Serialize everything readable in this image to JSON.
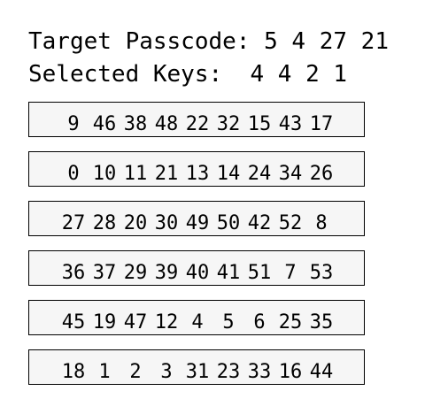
{
  "header": {
    "target_label": "Target Passcode:",
    "target_code": "5 4 27 21",
    "selected_label": "Selected Keys:",
    "selected_keys": "4 4 2 1"
  },
  "keypad": {
    "rows": [
      [
        "9",
        "46",
        "38",
        "48",
        "22",
        "32",
        "15",
        "43",
        "17"
      ],
      [
        "0",
        "10",
        "11",
        "21",
        "13",
        "14",
        "24",
        "34",
        "26"
      ],
      [
        "27",
        "28",
        "20",
        "30",
        "49",
        "50",
        "42",
        "52",
        "8"
      ],
      [
        "36",
        "37",
        "29",
        "39",
        "40",
        "41",
        "51",
        "7",
        "53"
      ],
      [
        "45",
        "19",
        "47",
        "12",
        "4",
        "5",
        "6",
        "25",
        "35"
      ],
      [
        "18",
        "1",
        "2",
        "3",
        "31",
        "23",
        "33",
        "16",
        "44"
      ]
    ]
  }
}
